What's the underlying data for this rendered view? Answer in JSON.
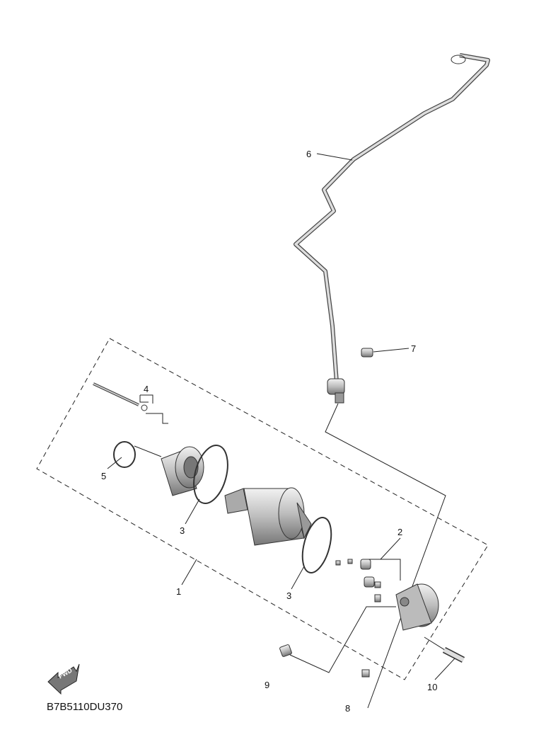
{
  "diagram": {
    "code": "B7B5110DU370",
    "fwd_label": "FWD",
    "callouts": {
      "c1": "1",
      "c2": "2",
      "c3a": "3",
      "c3b": "3",
      "c4": "4",
      "c5": "5",
      "c6": "6",
      "c7": "7",
      "c8": "8",
      "c9": "9",
      "c10": "10"
    }
  }
}
